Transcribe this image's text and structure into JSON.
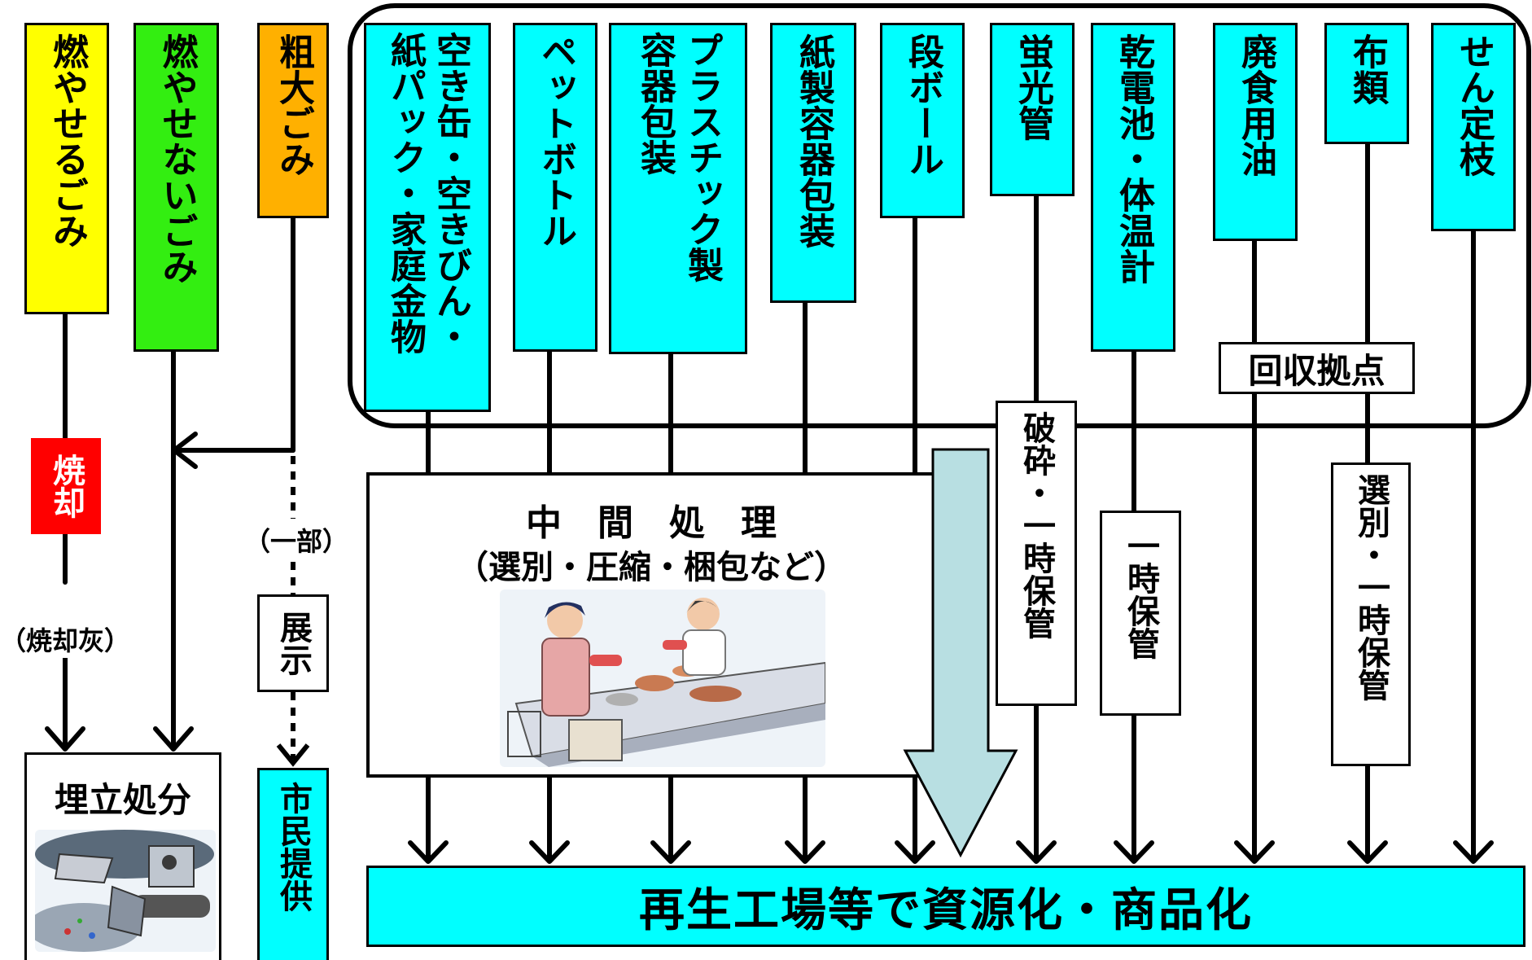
{
  "sources": [
    {
      "label": "燃やせるごみ",
      "color": "#ffff00"
    },
    {
      "label": "燃やせないごみ",
      "color": "#33ee11"
    },
    {
      "label": "粗大ごみ",
      "color": "#ffb000"
    }
  ],
  "collection_points_group": {
    "items": [
      {
        "label": "空き缶・空きびん・"
      },
      {
        "label": "紙パック・家庭金物"
      },
      {
        "label": "ペットボトル"
      },
      {
        "label": "プラスチック製"
      },
      {
        "label": "容器包装"
      },
      {
        "label": "紙製容器包装"
      },
      {
        "label": "段ボール"
      },
      {
        "label": "蛍光管"
      },
      {
        "label": "乾電池・体温計"
      },
      {
        "label": "廃食用油"
      },
      {
        "label": "布類"
      },
      {
        "label": "せん定枝"
      }
    ],
    "collection_label": "回収拠点",
    "accent": "#00ffff"
  },
  "process": {
    "incineration": "焼却",
    "incineration_color": "#ff0000",
    "ash": "（焼却灰）",
    "partial": "（一部）",
    "display": "展示",
    "middle_title": "中　間　処　理",
    "middle_sub": "（選別・圧縮・梱包など）",
    "crush_store": "破砕・一時保管",
    "temp_store": "一時保管",
    "sort_store": "選別・一時保管"
  },
  "destinations": {
    "landfill": "埋立処分",
    "citizen": "市民提供",
    "recycle": "再生工場等で資源化・商品化"
  },
  "colors": {
    "cyan": "#00ffff",
    "arrow_fill": "#b8dfe2"
  }
}
